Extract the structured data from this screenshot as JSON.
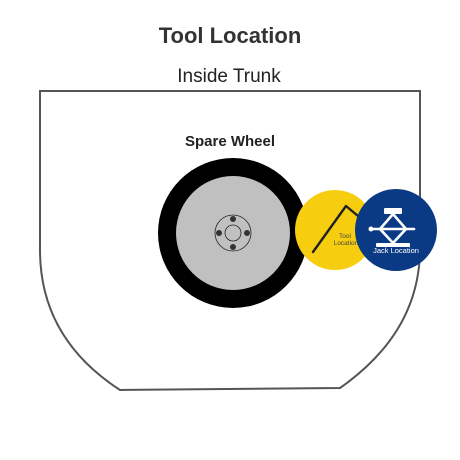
{
  "title": "Tool Location",
  "subtitle": "Inside Trunk",
  "spare_wheel": {
    "label": "Spare Wheel"
  },
  "tool": {
    "label_line1": "Tool",
    "label_line2": "Location"
  },
  "jack": {
    "label": "Jack Location"
  },
  "colors": {
    "outline": "#555555",
    "tire": "#000000",
    "rim": "#c0c0c0",
    "tool_badge": "#f7cd0f",
    "jack_badge": "#0a3a84",
    "jack_text": "#ffffff"
  },
  "icons": {
    "tool": "wrench-icon",
    "jack": "car-jack-icon"
  }
}
